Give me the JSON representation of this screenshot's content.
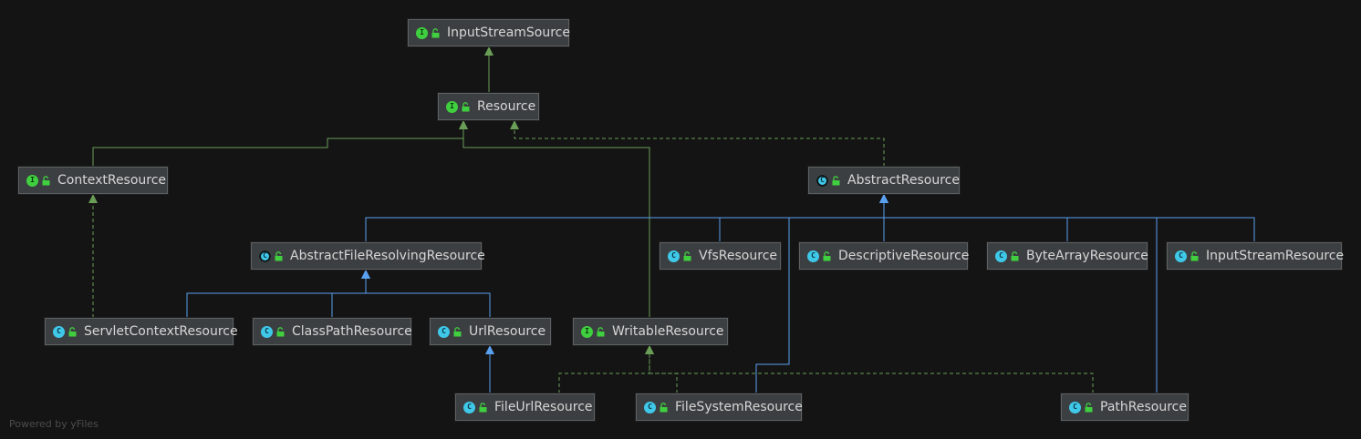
{
  "colors": {
    "background": "#141414",
    "node_fill": "#3c3f41",
    "node_border": "#5e6163",
    "label_text": "#d6d6d6",
    "extends_edge": "#5aa0f0",
    "interface_edge": "#6a9e57",
    "interface_badge": "#3fcf3f",
    "class_badge": "#3fc8e8",
    "footer_text": "#4c4c4c"
  },
  "nodes": [
    {
      "id": "InputStreamSource",
      "label": "InputStreamSource",
      "kind": "interface",
      "icon": "interface-icon"
    },
    {
      "id": "Resource",
      "label": "Resource",
      "kind": "interface",
      "icon": "interface-icon"
    },
    {
      "id": "ContextResource",
      "label": "ContextResource",
      "kind": "interface",
      "icon": "interface-icon"
    },
    {
      "id": "AbstractResource",
      "label": "AbstractResource",
      "kind": "abstract-class",
      "icon": "abstract-class-icon"
    },
    {
      "id": "AbstractFileResolvingResource",
      "label": "AbstractFileResolvingResource",
      "kind": "abstract-class",
      "icon": "abstract-class-icon"
    },
    {
      "id": "VfsResource",
      "label": "VfsResource",
      "kind": "class",
      "icon": "class-icon"
    },
    {
      "id": "DescriptiveResource",
      "label": "DescriptiveResource",
      "kind": "class",
      "icon": "class-icon"
    },
    {
      "id": "ByteArrayResource",
      "label": "ByteArrayResource",
      "kind": "class",
      "icon": "class-icon"
    },
    {
      "id": "InputStreamResource",
      "label": "InputStreamResource",
      "kind": "class",
      "icon": "class-icon"
    },
    {
      "id": "ServletContextResource",
      "label": "ServletContextResource",
      "kind": "class",
      "icon": "class-icon"
    },
    {
      "id": "ClassPathResource",
      "label": "ClassPathResource",
      "kind": "class",
      "icon": "class-icon"
    },
    {
      "id": "UrlResource",
      "label": "UrlResource",
      "kind": "class",
      "icon": "class-icon"
    },
    {
      "id": "WritableResource",
      "label": "WritableResource",
      "kind": "interface",
      "icon": "interface-icon"
    },
    {
      "id": "FileUrlResource",
      "label": "FileUrlResource",
      "kind": "class",
      "icon": "class-icon"
    },
    {
      "id": "FileSystemResource",
      "label": "FileSystemResource",
      "kind": "class",
      "icon": "class-icon"
    },
    {
      "id": "PathResource",
      "label": "PathResource",
      "kind": "class",
      "icon": "class-icon"
    }
  ],
  "edges": [
    {
      "from": "Resource",
      "to": "InputStreamSource",
      "type": "interface-extends"
    },
    {
      "from": "ContextResource",
      "to": "Resource",
      "type": "interface-extends"
    },
    {
      "from": "WritableResource",
      "to": "Resource",
      "type": "interface-extends"
    },
    {
      "from": "AbstractResource",
      "to": "Resource",
      "type": "implements"
    },
    {
      "from": "ServletContextResource",
      "to": "ContextResource",
      "type": "implements"
    },
    {
      "from": "AbstractFileResolvingResource",
      "to": "AbstractResource",
      "type": "extends"
    },
    {
      "from": "VfsResource",
      "to": "AbstractResource",
      "type": "extends"
    },
    {
      "from": "DescriptiveResource",
      "to": "AbstractResource",
      "type": "extends"
    },
    {
      "from": "ByteArrayResource",
      "to": "AbstractResource",
      "type": "extends"
    },
    {
      "from": "InputStreamResource",
      "to": "AbstractResource",
      "type": "extends"
    },
    {
      "from": "FileSystemResource",
      "to": "AbstractResource",
      "type": "extends"
    },
    {
      "from": "PathResource",
      "to": "AbstractResource",
      "type": "extends"
    },
    {
      "from": "ServletContextResource",
      "to": "AbstractFileResolvingResource",
      "type": "extends"
    },
    {
      "from": "ClassPathResource",
      "to": "AbstractFileResolvingResource",
      "type": "extends"
    },
    {
      "from": "UrlResource",
      "to": "AbstractFileResolvingResource",
      "type": "extends"
    },
    {
      "from": "FileUrlResource",
      "to": "UrlResource",
      "type": "extends"
    },
    {
      "from": "FileUrlResource",
      "to": "WritableResource",
      "type": "implements"
    },
    {
      "from": "FileSystemResource",
      "to": "WritableResource",
      "type": "implements"
    },
    {
      "from": "PathResource",
      "to": "WritableResource",
      "type": "implements"
    }
  ],
  "footer": {
    "credit": "Powered by yFiles"
  }
}
